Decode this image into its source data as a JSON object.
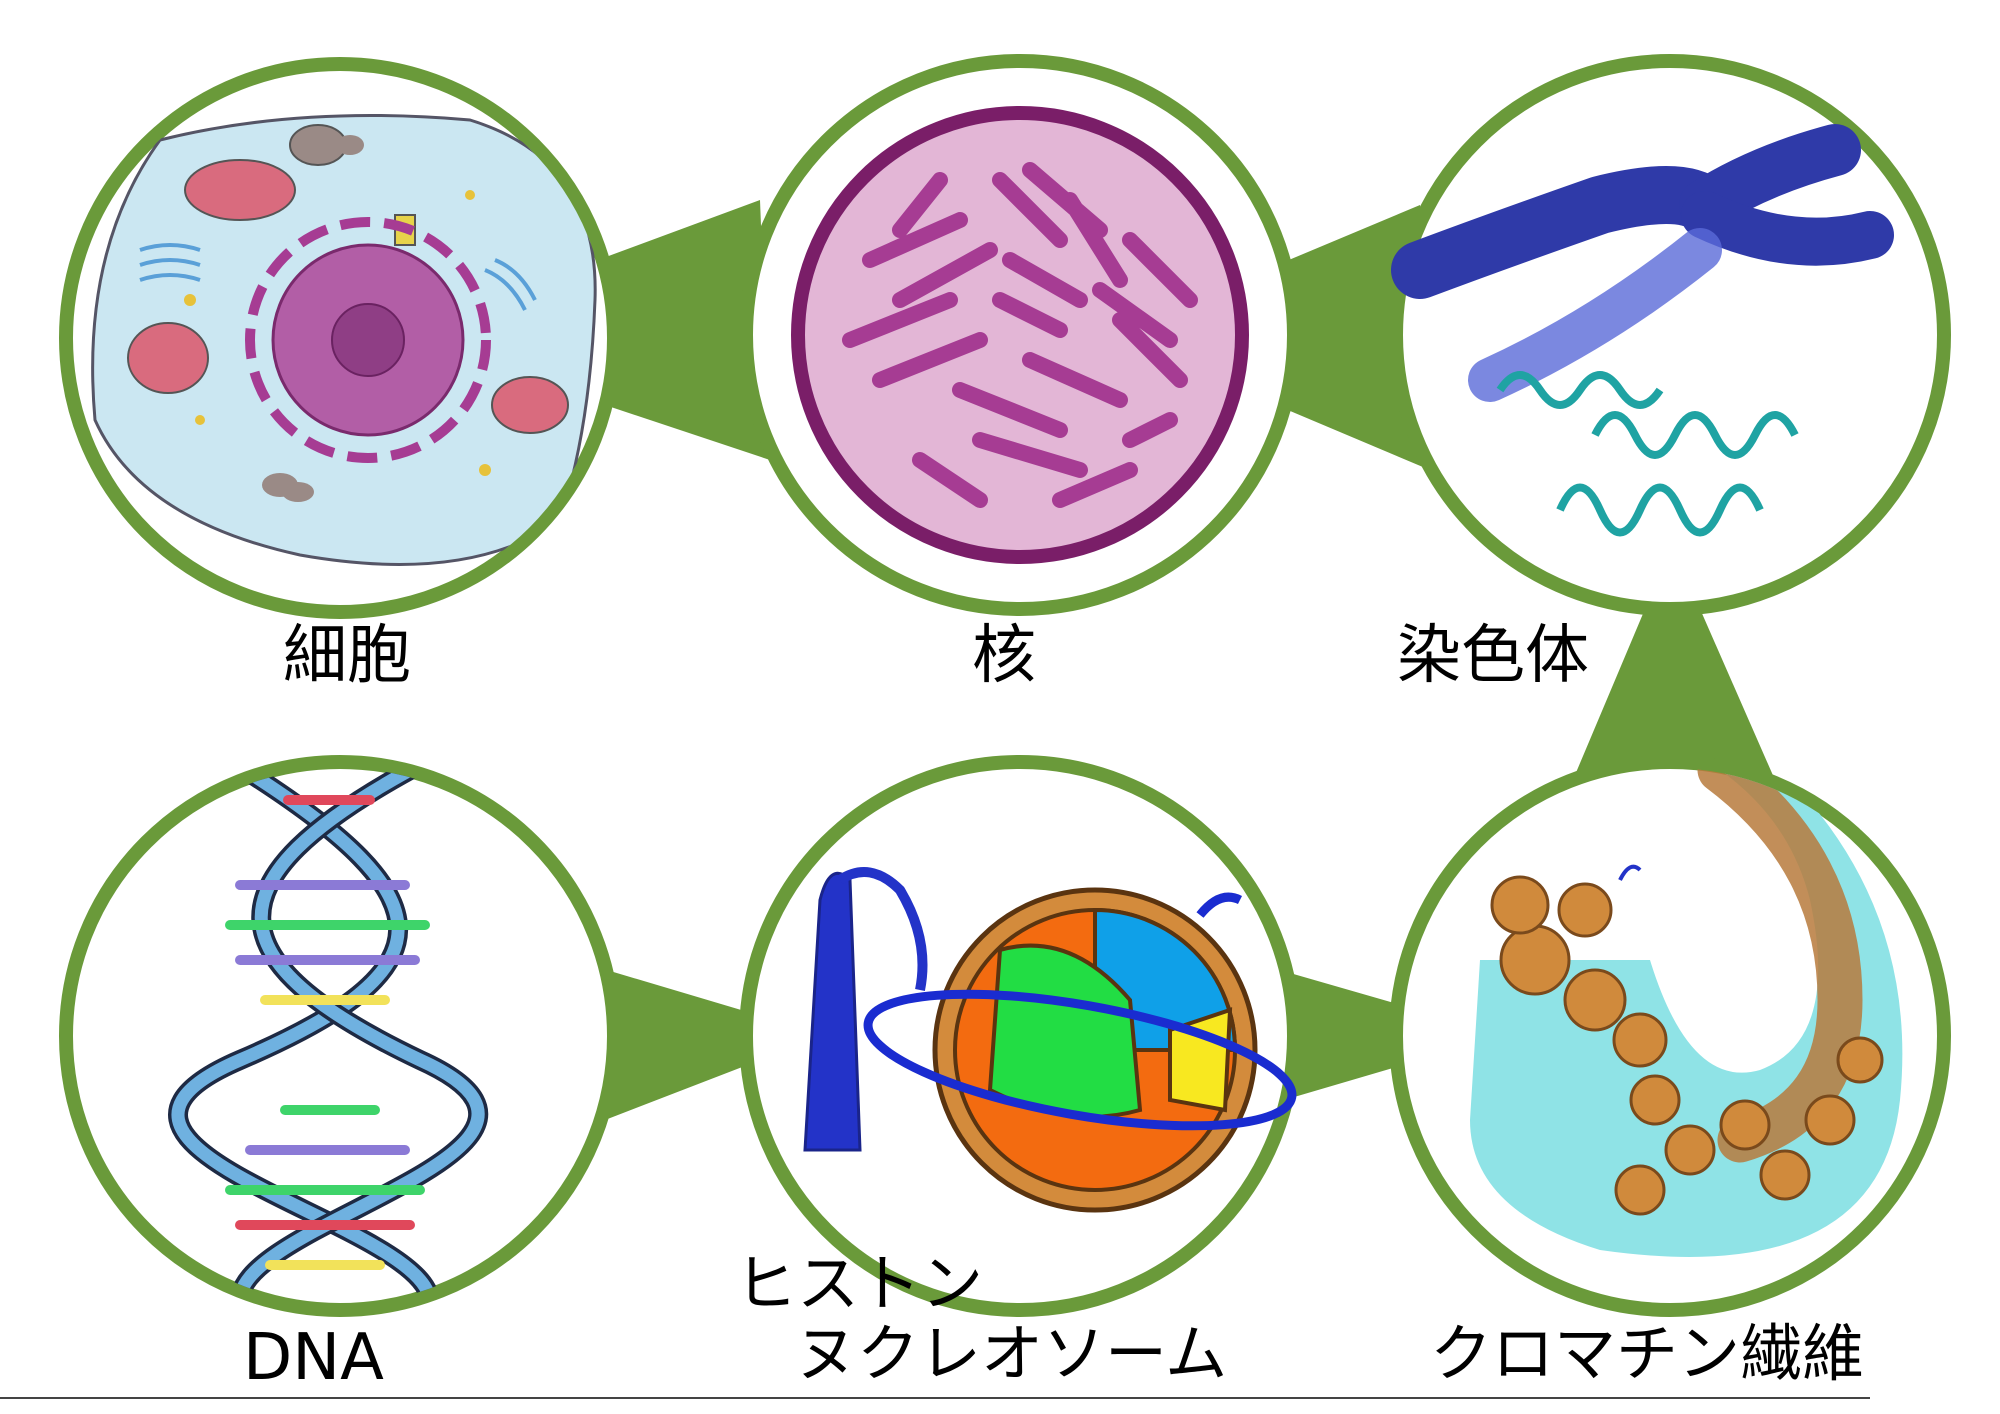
{
  "colors": {
    "frame_green": "#6a9a3a",
    "cell_fill": "#cbe7f2",
    "nucleus_fill": "#e3b6d6",
    "chromatin_purple": "#a63c93",
    "chromosome_blue": "#2f3aa8",
    "dna_strand": "#6fb1e0",
    "histone_orange": "#f36b10",
    "fiber_teal": "#8fe3e6",
    "bead_brown": "#d08a3c"
  },
  "labels": {
    "cell": "細胞",
    "nucleus": "核",
    "chromosome": "染色体",
    "dna": "DNA",
    "histone": "ヒストン",
    "nucleosome": "ヌクレオソーム",
    "chromatin_fiber": "クロマチン繊維"
  },
  "icons": {
    "cell": "cell-icon",
    "nucleus": "nucleus-icon",
    "chromosome": "chromosome-icon",
    "dna": "dna-helix-icon",
    "nucleosome": "nucleosome-icon",
    "chromatin_fiber": "chromatin-fiber-icon"
  }
}
